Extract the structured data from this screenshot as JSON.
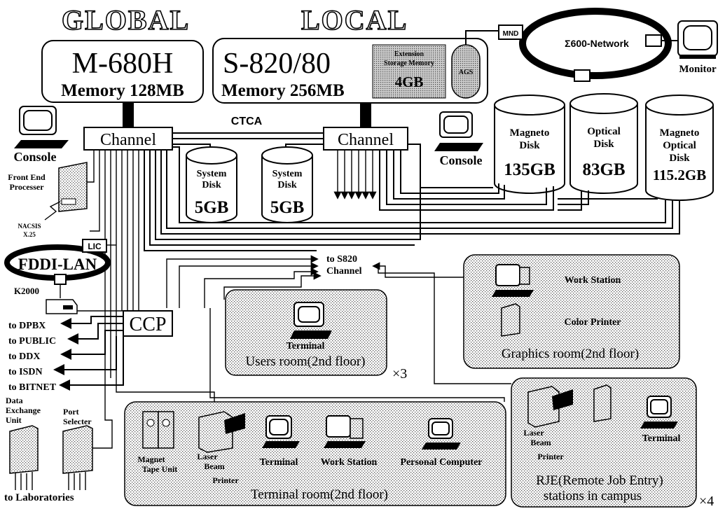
{
  "headings": {
    "global": "GLOBAL",
    "local": "LOCAL"
  },
  "m680": {
    "name": "M-680H",
    "memory": "Memory 128MB"
  },
  "s820": {
    "name": "S-820/80",
    "memory": "Memory 256MB",
    "ext_line1": "Extension",
    "ext_line2": "Storage Memory",
    "ext_size": "4GB",
    "ags": "AGS"
  },
  "network": {
    "label": "Σ600-Network",
    "mnd": "MND",
    "monitor": "Monitor"
  },
  "ctca": "CTCA",
  "channel_left": "Channel",
  "channel_right": "Channel",
  "console_left": "Console",
  "console_right": "Console",
  "front_end": {
    "line1": "Front End",
    "line2": "Processer"
  },
  "nacsis": {
    "line1": "NACSIS",
    "line2": "X.25"
  },
  "fddi": {
    "label": "FDDI-LAN",
    "lic": "LIC",
    "k2000": "K2000"
  },
  "system_disk_1": {
    "line1": "System",
    "line2": "Disk",
    "size": "5GB"
  },
  "system_disk_2": {
    "line1": "System",
    "line2": "Disk",
    "size": "5GB"
  },
  "magneto_disk": {
    "line1": "Magneto",
    "line2": "Disk",
    "size": "135GB"
  },
  "optical_disk": {
    "line1": "Optical",
    "line2": "Disk",
    "size": "83GB"
  },
  "mo_disk": {
    "line1": "Magneto",
    "line2": "Optical",
    "line3": "Disk",
    "size": "115.2GB"
  },
  "to_s820": {
    "line1": "to S820",
    "line2": "Channel"
  },
  "ccp": "CCP",
  "external_links": [
    "to DPBX",
    "to PUBLIC",
    "to DDX",
    "to ISDN",
    "to BITNET"
  ],
  "data_exchange": {
    "line1": "Data",
    "line2": "Exchange",
    "line3": "Unit"
  },
  "port_selecter": {
    "line1": "Port",
    "line2": "Selecter"
  },
  "to_laboratories": "to Laboratories",
  "users_room": {
    "terminal": "Terminal",
    "name": "Users room(2nd floor)",
    "multiplier": "×3"
  },
  "graphics_room": {
    "workstation": "Work Station",
    "printer": "Color Printer",
    "name": "Graphics room(2nd floor)"
  },
  "terminal_room": {
    "magnet_line1": "Magnet",
    "magnet_line2": "Tape Unit",
    "laser_line1": "Laser",
    "laser_line2": "Beam",
    "laser_line3": "Printer",
    "terminal": "Terminal",
    "workstation": "Work Station",
    "pc": "Personal Computer",
    "name": "Terminal room(2nd floor)"
  },
  "rje": {
    "laser_line1": "Laser",
    "laser_line2": "Beam",
    "laser_line3": "Printer",
    "terminal": "Terminal",
    "name_line1": "RJE(Remote Job Entry)",
    "name_line2": "stations in campus",
    "multiplier": "×4"
  }
}
